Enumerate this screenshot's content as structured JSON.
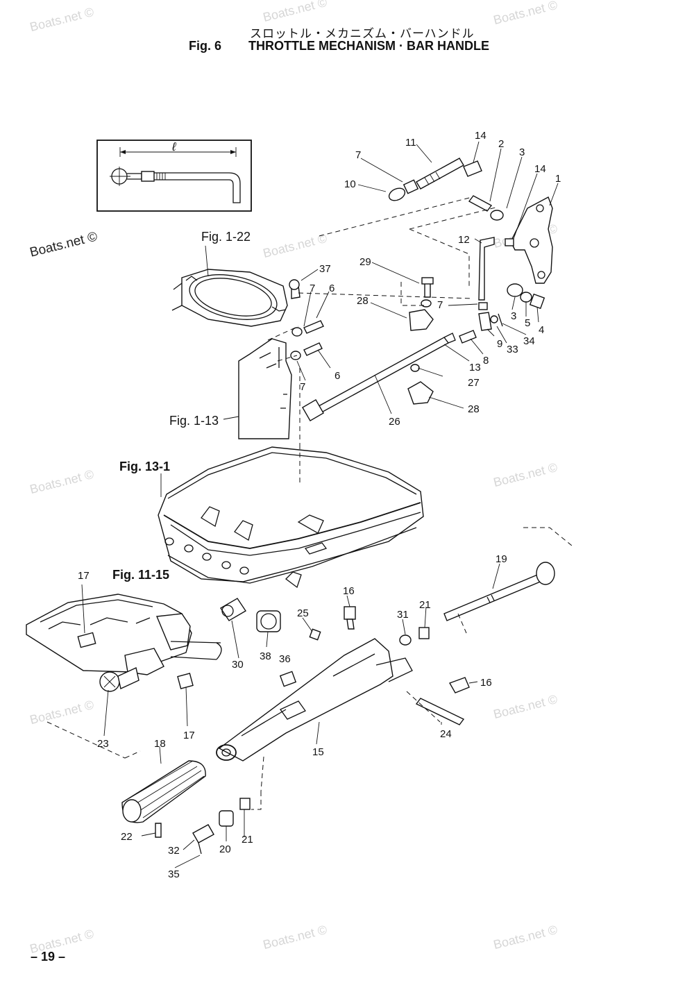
{
  "header": {
    "japanese_title": "スロットル・メカニズム・バーハンドル",
    "figure_label": "Fig. 6",
    "title": "THROTTLE MECHANISM · BAR HANDLE"
  },
  "inset": {
    "dimension_symbol": "ℓ"
  },
  "watermark": {
    "text": "Boats.net ©"
  },
  "figure_refs": [
    "Fig. 1-22",
    "Fig. 1-13",
    "Fig. 13-1",
    "Fig. 11-15"
  ],
  "callouts": [
    "11",
    "14",
    "2",
    "3",
    "14",
    "1",
    "7",
    "10",
    "12",
    "29",
    "37",
    "7",
    "6",
    "28",
    "7",
    "3",
    "5",
    "4",
    "34",
    "33",
    "9",
    "8",
    "13",
    "7",
    "6",
    "27",
    "26",
    "28",
    "19",
    "17",
    "16",
    "21",
    "25",
    "31",
    "30",
    "38",
    "36",
    "16",
    "17",
    "23",
    "24",
    "15",
    "18",
    "22",
    "32",
    "20",
    "21",
    "35"
  ],
  "page_number": "– 19 –"
}
